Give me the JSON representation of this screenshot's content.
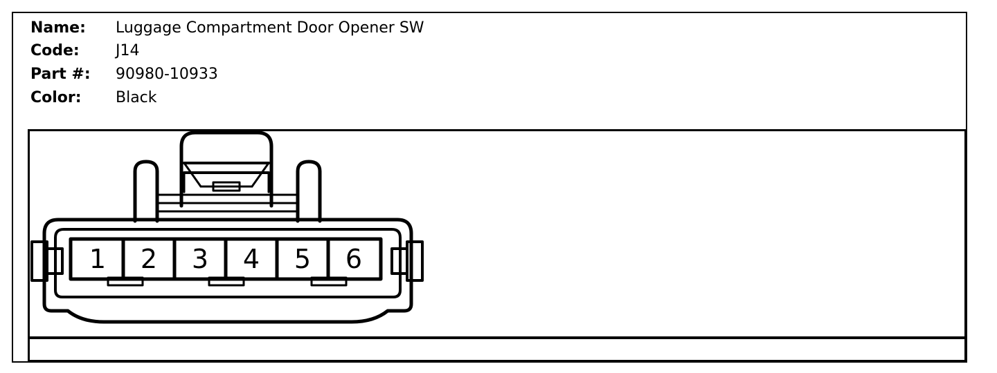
{
  "info": {
    "name_label": "Name:",
    "name_value": "Luggage Compartment Door Opener SW",
    "code_label": "Code:",
    "code_value": "J14",
    "part_label": "Part #:",
    "part_value": "90980-10933",
    "color_label": "Color:",
    "color_value": "Black"
  },
  "connector": {
    "pins": [
      "1",
      "2",
      "3",
      "4",
      "5",
      "6"
    ]
  }
}
